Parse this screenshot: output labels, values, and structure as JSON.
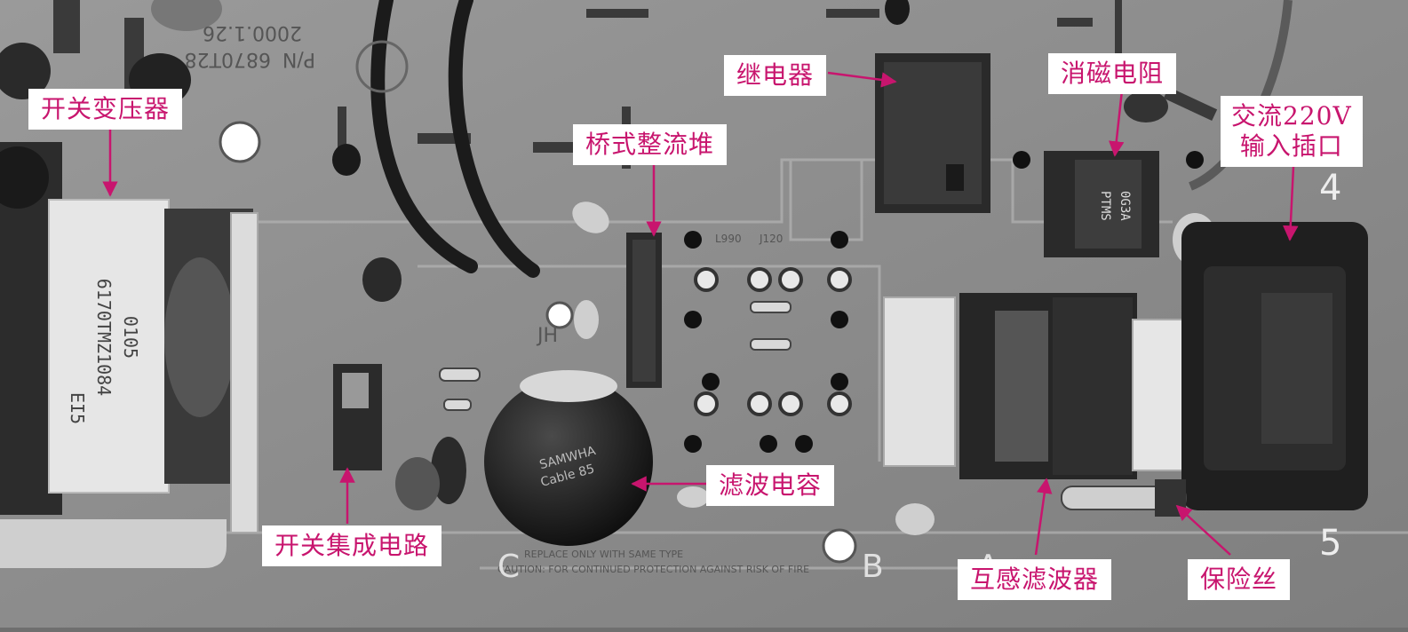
{
  "labels": {
    "switch_transformer": "开关变压器",
    "switch_ic": "开关集成电路",
    "bridge_rectifier": "桥式整流堆",
    "relay": "继电器",
    "degauss_resistor": "消磁电阻",
    "ac_input_line1": "交流220V",
    "ac_input_line2": "输入插口",
    "filter_capacitor": "滤波电容",
    "mutual_filter": "互感滤波器",
    "fuse": "保险丝"
  },
  "board_markings": {
    "pn": "P/N",
    "part_number": "6870T28",
    "date": "2000.1.26",
    "transformer_code": "6170TMZ1084",
    "transformer_sub": "0105",
    "transformer_id": "EI5",
    "jh": "JH",
    "l990": "L990",
    "j120": "J120",
    "cap_brand": "SAMWHA",
    "cap_rating": "Cable 85",
    "thermistor_code": "PTMS",
    "thermistor_sub": "0G3A",
    "caution": "CAUTION: FOR CONTINUED PROTECTION AGAINST RISK OF FIRE",
    "replace": "REPLACE ONLY WITH SAME TYPE",
    "letter_c": "C",
    "letter_b": "B",
    "letter_a": "A",
    "num_4": "4",
    "num_5": "5"
  },
  "colors": {
    "label_text": "#c8156e",
    "label_bg": "#ffffff",
    "arrow": "#c8156e",
    "board": "#8a8a8a"
  }
}
